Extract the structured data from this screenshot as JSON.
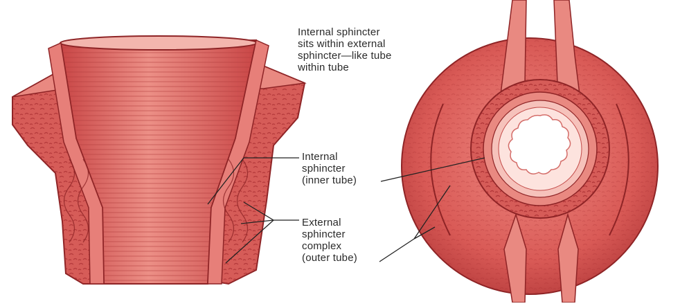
{
  "labels": {
    "caption": "Internal sphincter\nsits within external\nsphincter—like tube\nwithin tube",
    "internal_sphincter": "Internal\nsphincter\n(inner tube)",
    "external_sphincter": "External\nsphincter\ncomplex\n(outer tube)"
  },
  "colors": {
    "muscle": "#d85a5a",
    "muscle_dark": "#a82e30",
    "muscle_light": "#f0a3a0",
    "lining_pale": "#fde3de",
    "lumen": "#ffffff",
    "leader": "#222222"
  }
}
